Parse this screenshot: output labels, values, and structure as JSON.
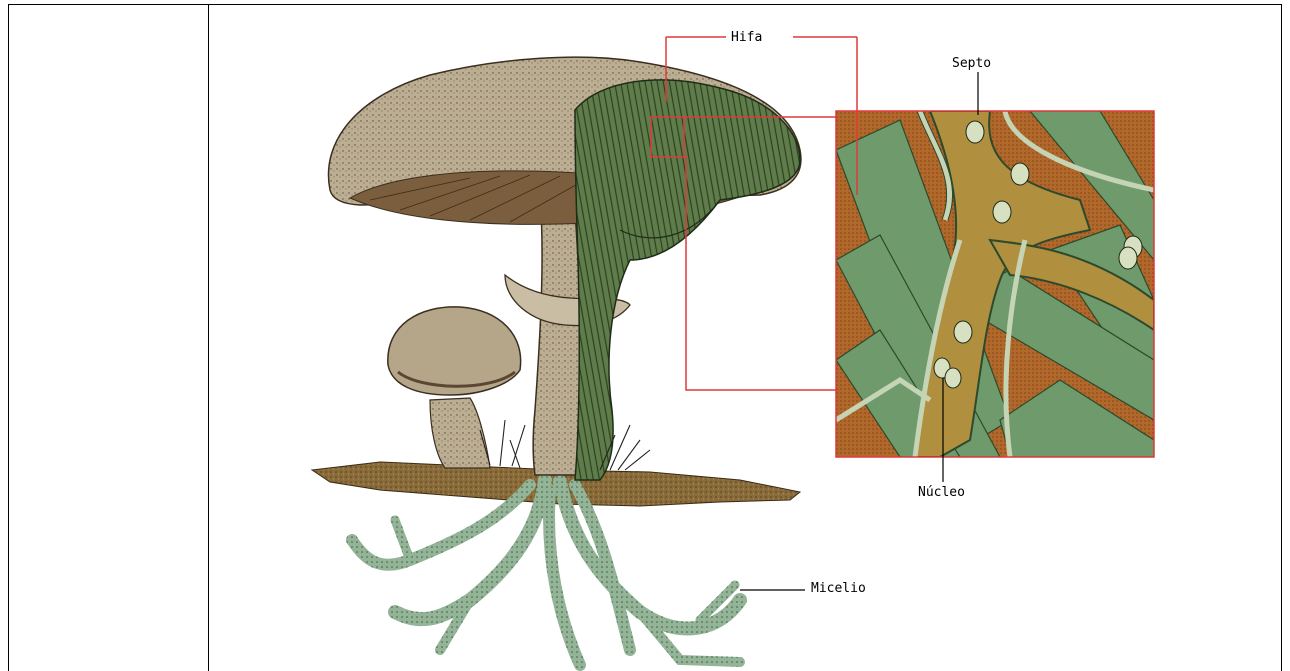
{
  "labels": {
    "hifa": "Hifa",
    "septo": "Septo",
    "nucleo": "Núcleo",
    "micelio": "Micelio"
  },
  "colors": {
    "callout_line": "#e03a3a",
    "cap_tan": "#b8ab8f",
    "gills_brown": "#7a5e3e",
    "hyphae_green": "#5f7d4a",
    "inset_green": "#6f9a6c",
    "inset_cell": "#b08f3e",
    "inset_bg": "#b2682a",
    "soil_brown": "#8a6b3a",
    "mycelium_green": "#93b497"
  }
}
